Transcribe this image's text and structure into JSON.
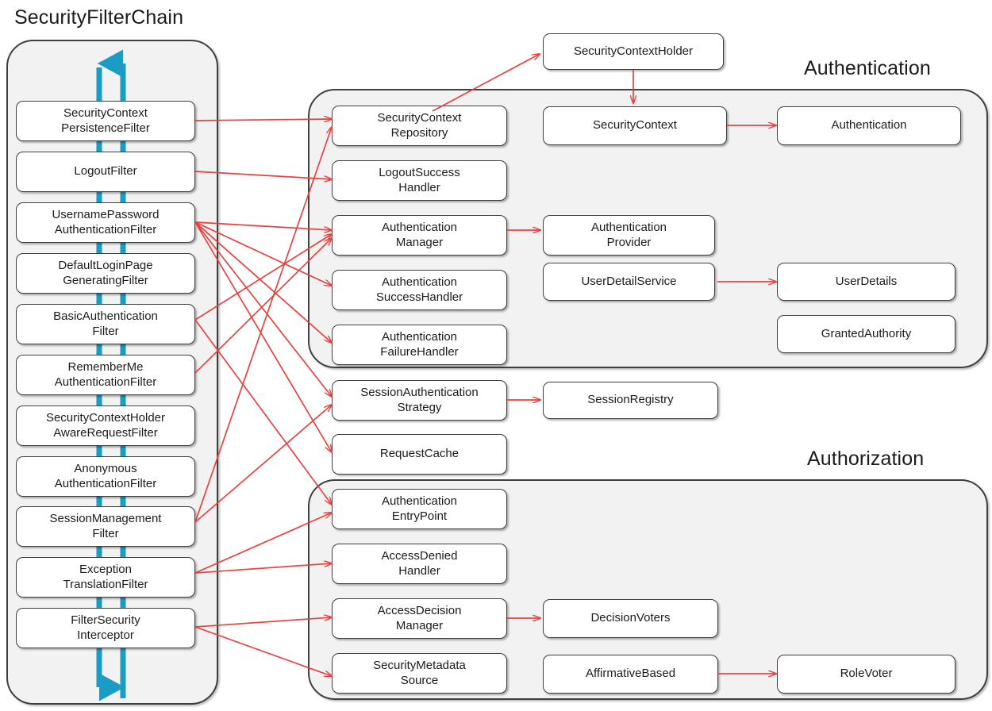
{
  "diagram": {
    "type": "architecture-diagram",
    "title_left": "SecurityFilterChain",
    "titles": {
      "authentication": "Authentication",
      "authorization": "Authorization"
    },
    "colors": {
      "edge_red": "#e8413f",
      "flow_teal": "#1b9cc4",
      "group_fill": "#f2f2f2",
      "node_fill": "#ffffff",
      "stroke_dark": "#3f3f3f",
      "text": "#1b1b1b"
    },
    "filter_chain": [
      {
        "label": "SecurityContext\nPersistenceFilter"
      },
      {
        "label": "LogoutFilter"
      },
      {
        "label": "UsernamePassword\nAuthenticationFilter"
      },
      {
        "label": "DefaultLoginPage\nGeneratingFilter"
      },
      {
        "label": "BasicAuthentication\nFilter"
      },
      {
        "label": "RememberMe\nAuthenticationFilter"
      },
      {
        "label": "SecurityContextHolder\nAwareRequestFilter"
      },
      {
        "label": "Anonymous\nAuthenticationFilter"
      },
      {
        "label": "SessionManagement\nFilter"
      },
      {
        "label": "Exception\nTranslationFilter"
      },
      {
        "label": "FilterSecurity\nInterceptor"
      }
    ],
    "middle_column": [
      {
        "label": "SecurityContext\nRepository"
      },
      {
        "label": "LogoutSuccess\nHandler"
      },
      {
        "label": "Authentication\nManager"
      },
      {
        "label": "Authentication\nSuccessHandler"
      },
      {
        "label": "Authentication\nFailureHandler"
      },
      {
        "label": "SessionAuthentication\nStrategy"
      },
      {
        "label": "RequestCache"
      },
      {
        "label": "Authentication\nEntryPoint"
      },
      {
        "label": "AccessDenied\nHandler"
      },
      {
        "label": "AccessDecision\nManager"
      },
      {
        "label": "SecurityMetadata\nSource"
      }
    ],
    "right_column": [
      {
        "label": "SecurityContextHolder"
      },
      {
        "label": "SecurityContext"
      },
      {
        "label": "Authentication"
      },
      {
        "label": "Authentication\nProvider"
      },
      {
        "label": "UserDetailService"
      },
      {
        "label": "UserDetails"
      },
      {
        "label": "GrantedAuthority"
      },
      {
        "label": "SessionRegistry"
      },
      {
        "label": "DecisionVoters"
      },
      {
        "label": "AffirmativeBased"
      },
      {
        "label": "RoleVoter"
      }
    ],
    "relations": [
      {
        "from": "SecurityContextPersistenceFilter",
        "to": "SecurityContextRepository"
      },
      {
        "from": "LogoutFilter",
        "to": "LogoutSuccessHandler"
      },
      {
        "from": "UsernamePasswordAuthenticationFilter",
        "to": "AuthenticationManager"
      },
      {
        "from": "UsernamePasswordAuthenticationFilter",
        "to": "AuthenticationSuccessHandler"
      },
      {
        "from": "UsernamePasswordAuthenticationFilter",
        "to": "AuthenticationFailureHandler"
      },
      {
        "from": "UsernamePasswordAuthenticationFilter",
        "to": "SessionAuthenticationStrategy"
      },
      {
        "from": "UsernamePasswordAuthenticationFilter",
        "to": "RequestCache"
      },
      {
        "from": "BasicAuthenticationFilter",
        "to": "AuthenticationManager"
      },
      {
        "from": "BasicAuthenticationFilter",
        "to": "AuthenticationEntryPoint"
      },
      {
        "from": "RememberMeAuthenticationFilter",
        "to": "AuthenticationManager"
      },
      {
        "from": "SessionManagementFilter",
        "to": "SecurityContextRepository"
      },
      {
        "from": "SessionManagementFilter",
        "to": "SessionAuthenticationStrategy"
      },
      {
        "from": "ExceptionTranslationFilter",
        "to": "AuthenticationEntryPoint"
      },
      {
        "from": "ExceptionTranslationFilter",
        "to": "AccessDeniedHandler"
      },
      {
        "from": "FilterSecurityInterceptor",
        "to": "AccessDecisionManager"
      },
      {
        "from": "FilterSecurityInterceptor",
        "to": "SecurityMetadataSource"
      },
      {
        "from": "SecurityContextRepository",
        "to": "SecurityContextHolder"
      },
      {
        "from": "SecurityContextHolder",
        "to": "SecurityContext"
      },
      {
        "from": "SecurityContext",
        "to": "Authentication"
      },
      {
        "from": "AuthenticationManager",
        "to": "AuthenticationProvider"
      },
      {
        "from": "UserDetailService",
        "to": "UserDetails"
      },
      {
        "from": "SessionAuthenticationStrategy",
        "to": "SessionRegistry"
      },
      {
        "from": "AccessDecisionManager",
        "to": "DecisionVoters"
      },
      {
        "from": "AffirmativeBased",
        "to": "RoleVoter"
      }
    ]
  }
}
